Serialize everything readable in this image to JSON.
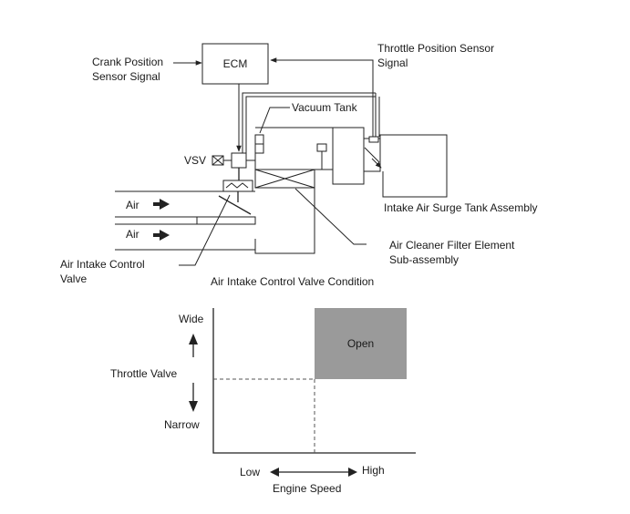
{
  "diagram": {
    "ecm": "ECM",
    "crank_line1": "Crank Position",
    "crank_line2": "Sensor Signal",
    "throttle_line1": "Throttle Position Sensor",
    "throttle_line2": "Signal",
    "vacuum_tank": "Vacuum Tank",
    "vsv": "VSV",
    "air_upper": "Air",
    "air_lower": "Air",
    "surge_tank": "Intake Air Surge Tank Assembly",
    "filter_line1": "Air Cleaner Filter Element",
    "filter_line2": "Sub-assembly",
    "aicv_line1": "Air Intake Control",
    "aicv_line2": "Valve"
  },
  "chart_title": "Air Intake Control Valve Condition",
  "chart_data": {
    "type": "heatmap",
    "title": "Air Intake Control Valve Condition",
    "xlabel": "Engine Speed",
    "ylabel": "Throttle Valve",
    "x_categories": [
      "Low",
      "High"
    ],
    "y_categories": [
      "Narrow",
      "Wide"
    ],
    "cells": [
      {
        "x": "High",
        "y": "Wide",
        "state": "Open"
      }
    ],
    "region_color": "#9a9a9a"
  }
}
